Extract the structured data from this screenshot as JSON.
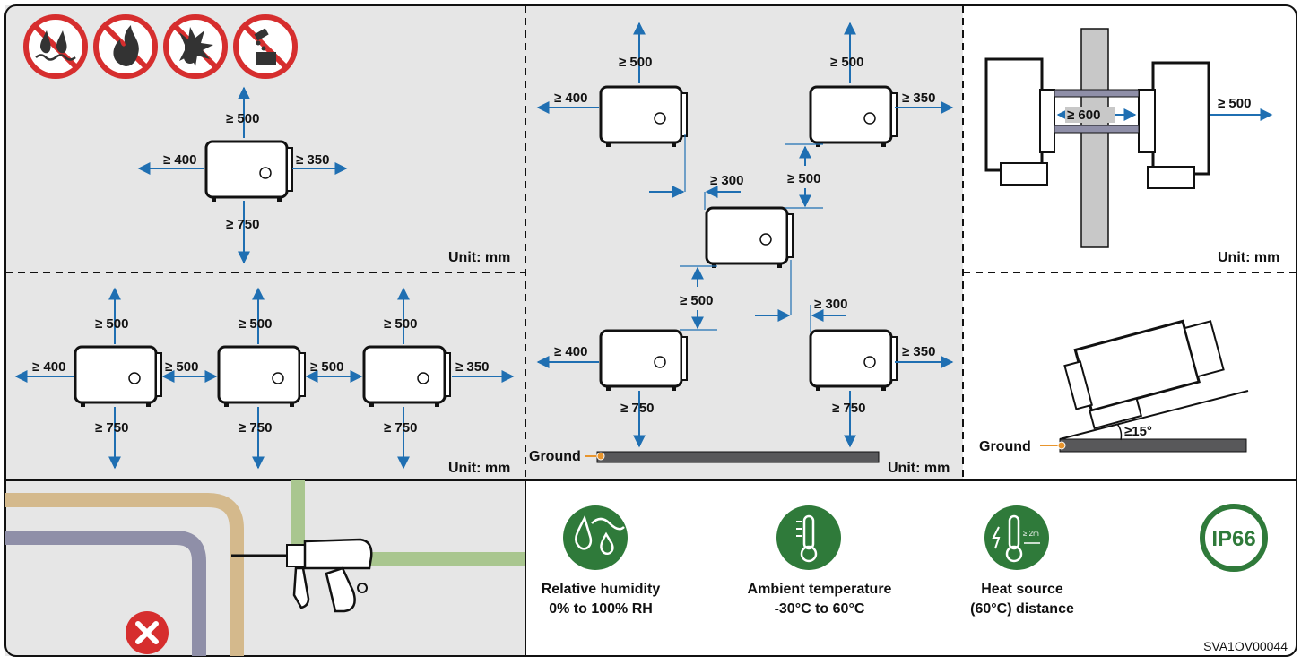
{
  "labels": {
    "top": "≥ 500",
    "bottom": "≥ 750",
    "left": "≥ 400",
    "right": "≥ 350",
    "between": "≥ 500",
    "stagger_h": "≥ 300",
    "stagger_v": "≥ 500",
    "pole": "≥ 600",
    "angle": "≥15°"
  },
  "unit_label": "Unit: mm",
  "ground_label": "Ground",
  "specs": [
    {
      "line1": "Relative humidity",
      "line2": "0% to 100% RH"
    },
    {
      "line1": "Ambient temperature",
      "line2": "-30°C to 60°C"
    },
    {
      "line1": "Heat source",
      "line2": "(60°C) distance"
    }
  ],
  "heat_icon_text": "≥ 2m",
  "ip_rating": "IP66",
  "doc_code": "SVA1OV00044",
  "colors": {
    "panel_bg": "#e6e6e6",
    "arrow": "#1f6fb2",
    "prohibit": "#d62e2e",
    "green": "#2f7a3a",
    "ground": "#58585a",
    "ground_marker": "#e8952d",
    "pipe_tan": "#d4b98c",
    "pipe_purple": "#8f8fa8",
    "pipe_green": "#a9c68f"
  },
  "icons": [
    "no-water-icon",
    "no-fire-icon",
    "no-explosive-icon",
    "no-corrosive-icon",
    "no-drilling-icon",
    "humidity-icon",
    "thermometer-icon",
    "heat-source-icon",
    "ip-rating-badge"
  ]
}
